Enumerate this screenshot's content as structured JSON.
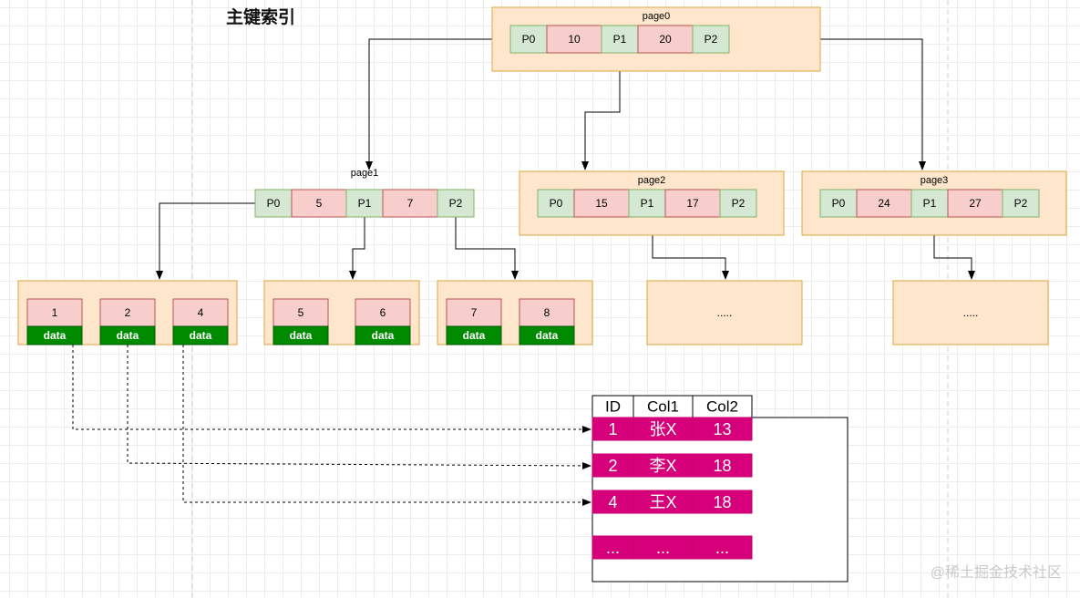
{
  "title": "主键索引",
  "watermark": "@稀土掘金技术社区",
  "colors": {
    "page_fill": "#fde6cc",
    "page_border": "#e0a53a",
    "pointer_fill": "#d5e8d4",
    "pointer_border": "#82b366",
    "key_fill": "#f8cecc",
    "key_border": "#b85450",
    "data_fill": "#008a00",
    "row_fill": "#d6007a"
  },
  "pages": [
    {
      "id": "page0",
      "label": "page0",
      "cells": [
        "P0",
        "10",
        "P1",
        "20",
        "P2"
      ]
    },
    {
      "id": "page1",
      "label": "page1",
      "cells": [
        "P0",
        "5",
        "P1",
        "7",
        "P2"
      ]
    },
    {
      "id": "page2",
      "label": "page2",
      "cells": [
        "P0",
        "15",
        "P1",
        "17",
        "P2"
      ]
    },
    {
      "id": "page3",
      "label": "page3",
      "cells": [
        "P0",
        "24",
        "P1",
        "27",
        "P2"
      ]
    }
  ],
  "leaves": [
    {
      "entries": [
        {
          "key": "1",
          "data": "data"
        },
        {
          "key": "2",
          "data": "data"
        },
        {
          "key": "4",
          "data": "data"
        }
      ]
    },
    {
      "entries": [
        {
          "key": "5",
          "data": "data"
        },
        {
          "key": "6",
          "data": "data"
        }
      ]
    },
    {
      "entries": [
        {
          "key": "7",
          "data": "data"
        },
        {
          "key": "8",
          "data": "data"
        }
      ]
    },
    {
      "placeholder": "....."
    },
    {
      "placeholder": "....."
    }
  ],
  "table": {
    "headers": [
      "ID",
      "Col1",
      "Col2"
    ],
    "rows": [
      [
        "1",
        "张X",
        "13"
      ],
      [
        "2",
        "李X",
        "18"
      ],
      [
        "4",
        "王X",
        "18"
      ],
      [
        "...",
        "...",
        "..."
      ]
    ]
  }
}
